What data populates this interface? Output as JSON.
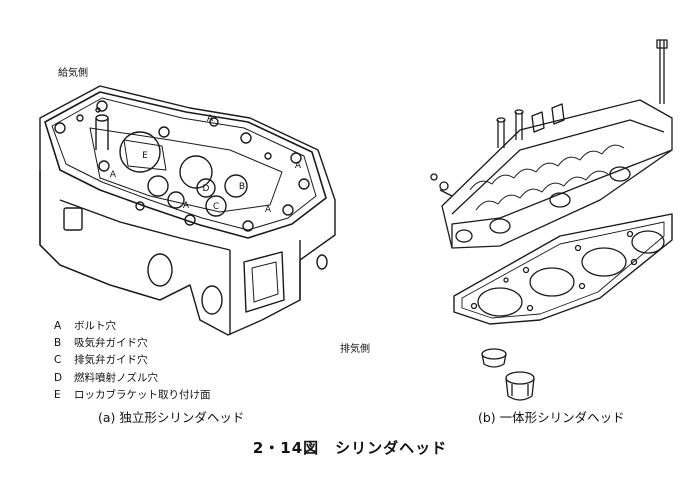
{
  "labels": {
    "intake_side": "給気側",
    "exhaust_side": "排気側"
  },
  "legend": [
    {
      "key": "A",
      "text": "ボルト穴"
    },
    {
      "key": "B",
      "text": "吸気弁ガイド穴"
    },
    {
      "key": "C",
      "text": "排気弁ガイド穴"
    },
    {
      "key": "D",
      "text": "燃料噴射ノズル穴"
    },
    {
      "key": "E",
      "text": "ロッカブラケット取り付け面"
    }
  ],
  "captions": {
    "a": "(a) 独立形シリンダヘッド",
    "b": "(b) 一体形シリンダヘッド"
  },
  "figure_title": "2・14図　シリンダヘッド",
  "diagram_markers": {
    "a1": "A",
    "a2": "A",
    "a3": "A",
    "a4": "A",
    "a5": "A",
    "b": "B",
    "c": "C",
    "d": "D",
    "e": "E"
  }
}
